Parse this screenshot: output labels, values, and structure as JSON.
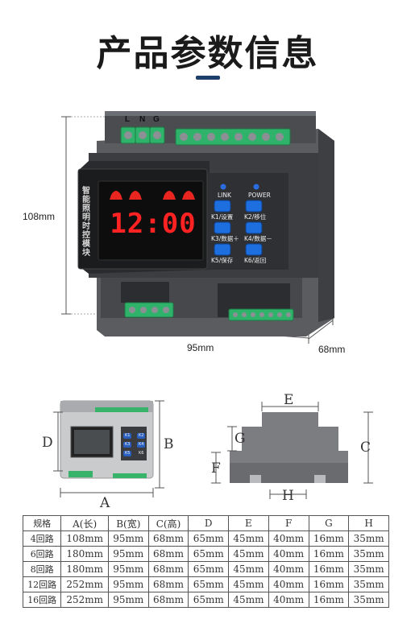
{
  "page": {
    "title": "产品参数信息",
    "accent": "#1f3f6b"
  },
  "device": {
    "lcd_time": "12:00",
    "side_label": "智能照明时控模块",
    "terminals_top": [
      "L",
      "N",
      "G"
    ],
    "link_label": "LINK",
    "power_label": "POWER",
    "buttons": [
      {
        "label": "K1/设置"
      },
      {
        "label": "K2/移位"
      },
      {
        "label": "K3/数据＋"
      },
      {
        "label": "K4/数据－"
      },
      {
        "label": "K5/保存"
      },
      {
        "label": "K6/返回"
      }
    ]
  },
  "dimensions_main": {
    "height": "108mm",
    "width": "95mm",
    "depth": "68mm"
  },
  "diagram_labels": {
    "front_A": "A",
    "front_B": "B",
    "front_D": "D",
    "side_C": "C",
    "side_E": "E",
    "side_F": "F",
    "side_G": "G",
    "side_H": "H",
    "mini_buttons": [
      "K1",
      "K2",
      "K3",
      "K4",
      "K5",
      "K6"
    ]
  },
  "spec_table": {
    "headers": [
      "规格",
      "A(长)",
      "B(宽)",
      "C(高)",
      "D",
      "E",
      "F",
      "G",
      "H"
    ],
    "rows": [
      [
        "4回路",
        "108mm",
        "95mm",
        "68mm",
        "65mm",
        "45mm",
        "40mm",
        "16mm",
        "35mm"
      ],
      [
        "6回路",
        "180mm",
        "95mm",
        "68mm",
        "65mm",
        "45mm",
        "40mm",
        "16mm",
        "35mm"
      ],
      [
        "8回路",
        "180mm",
        "95mm",
        "68mm",
        "65mm",
        "45mm",
        "40mm",
        "16mm",
        "35mm"
      ],
      [
        "12回路",
        "252mm",
        "95mm",
        "68mm",
        "65mm",
        "45mm",
        "40mm",
        "16mm",
        "35mm"
      ],
      [
        "16回路",
        "252mm",
        "95mm",
        "68mm",
        "65mm",
        "45mm",
        "40mm",
        "16mm",
        "35mm"
      ]
    ]
  }
}
